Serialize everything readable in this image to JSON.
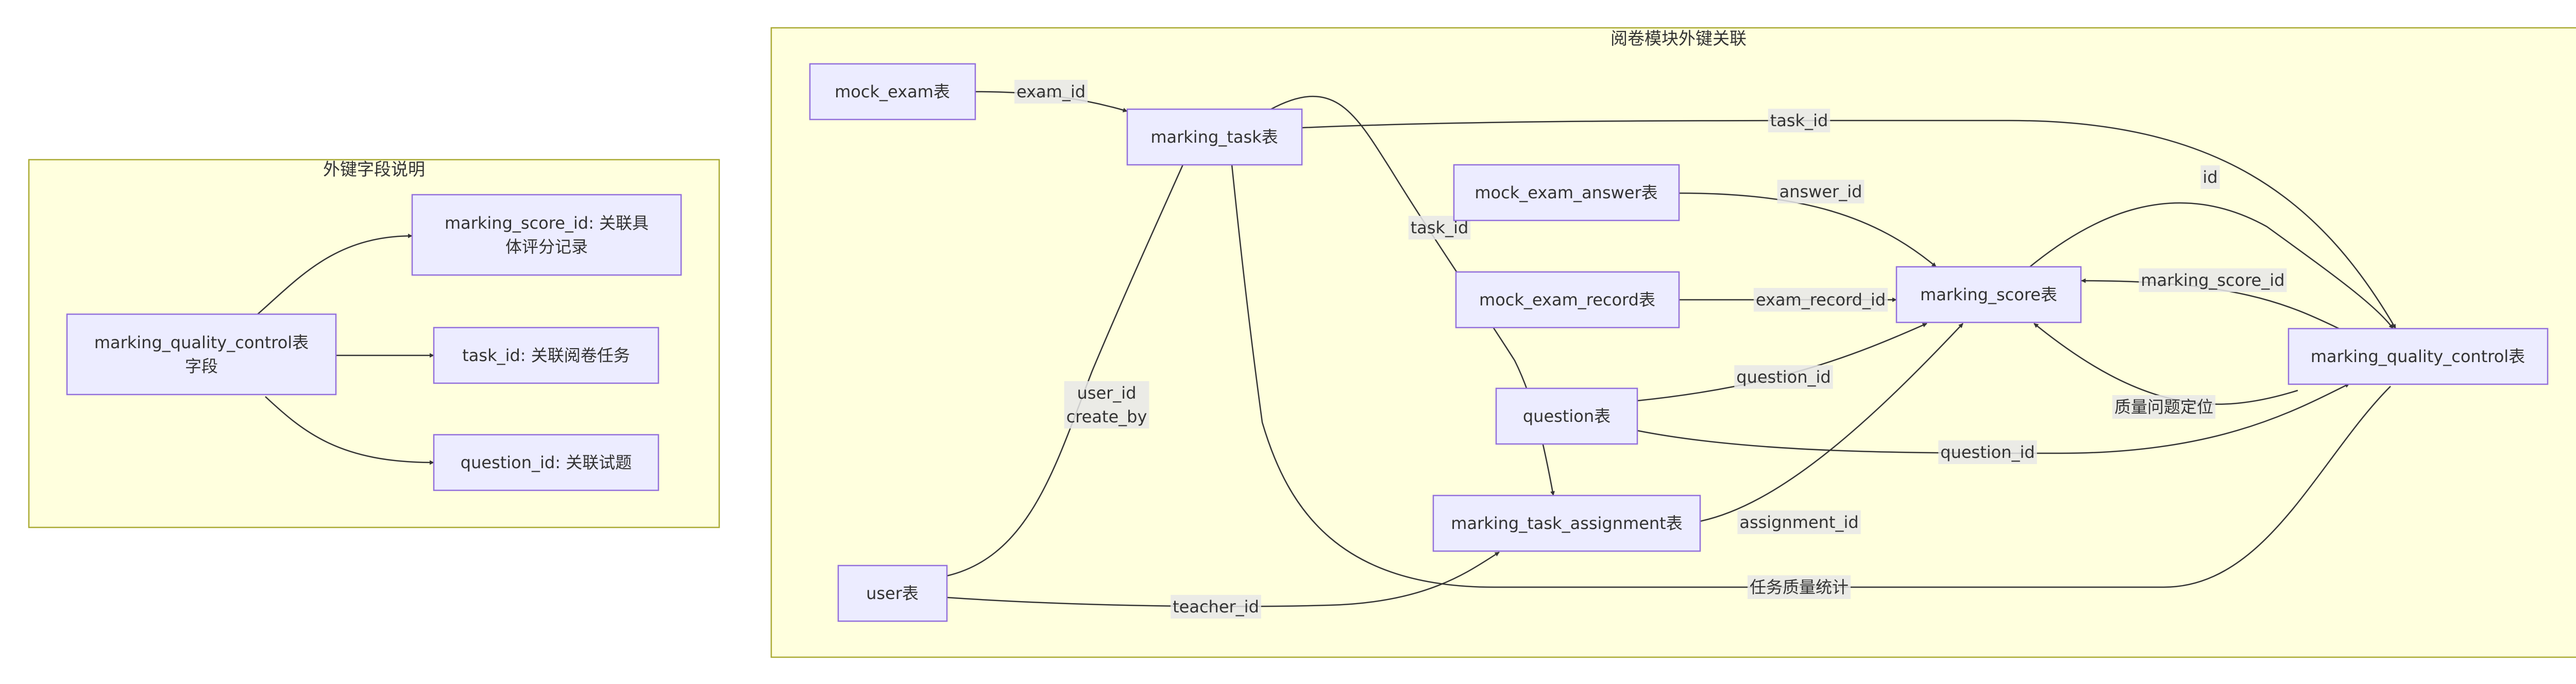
{
  "clusters": {
    "legend": {
      "title": "外键字段说明"
    },
    "main": {
      "title": "阅卷模块外键关联"
    }
  },
  "nodes": {
    "mqc_fields": [
      "marking_quality_control表",
      "字段"
    ],
    "note_score": [
      "marking_score_id: 关联具",
      "体评分记录"
    ],
    "note_task": [
      "task_id: 关联阅卷任务"
    ],
    "note_question": [
      "question_id: 关联试题"
    ],
    "mock_exam": [
      "mock_exam表"
    ],
    "marking_task": [
      "marking_task表"
    ],
    "mock_exam_answer": [
      "mock_exam_answer表"
    ],
    "mock_exam_record": [
      "mock_exam_record表"
    ],
    "question": [
      "question表"
    ],
    "marking_task_assignment": [
      "marking_task_assignment表"
    ],
    "user": [
      "user表"
    ],
    "marking_score": [
      "marking_score表"
    ],
    "marking_quality_control": [
      "marking_quality_control表"
    ]
  },
  "edges": {
    "exam_id": [
      "exam_id"
    ],
    "task_id_upper": [
      "task_id"
    ],
    "task_id_mid": [
      "task_id"
    ],
    "id": [
      "id"
    ],
    "answer_id": [
      "answer_id"
    ],
    "exam_record_id": [
      "exam_record_id"
    ],
    "marking_score_id": [
      "marking_score_id"
    ],
    "question_id_a": [
      "question_id"
    ],
    "quality_locate": [
      "质量问题定位"
    ],
    "question_id_b": [
      "question_id"
    ],
    "user_create": [
      "user_id",
      "create_by"
    ],
    "assignment_id": [
      "assignment_id"
    ],
    "task_quality": [
      "任务质量统计"
    ],
    "teacher_id": [
      "teacher_id"
    ]
  }
}
